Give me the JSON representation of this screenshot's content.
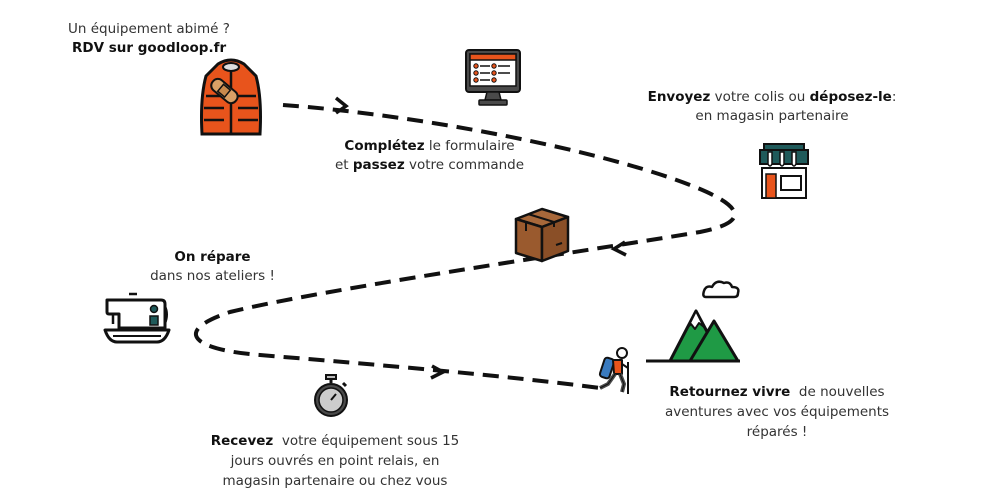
{
  "steps": {
    "damaged": {
      "line1": "Un équipement abimé ?",
      "line2": "RDV sur goodloop.fr",
      "icon": "jacket-bandage-icon"
    },
    "form": {
      "bold1": "Complétez",
      "rest1": " le formulaire",
      "pre2": "et ",
      "bold2": "passez",
      "rest2": " votre commande",
      "icon": "computer-form-icon"
    },
    "send": {
      "bold1": "Envoyez",
      "mid1": " votre colis ou ",
      "bold2": "déposez-le",
      "end1": ":",
      "line2": "en magasin partenaire",
      "icon": "shop-icon",
      "icon2": "parcel-box-icon"
    },
    "repair": {
      "bold1": "On répare",
      "line2": "dans nos ateliers !",
      "icon": "sewing-machine-icon"
    },
    "receive": {
      "bold1": "Recevez",
      "rest1": "  votre équipement sous 15",
      "line2": "jours ouvrés en point relais, en",
      "line3": "magasin partenaire ou chez vous",
      "icon": "stopwatch-icon"
    },
    "adventure": {
      "bold1": "Retournez vivre",
      "rest1": "  de nouvelles",
      "line2": "aventures avec vos équipements",
      "line3": "réparés !",
      "icon": "hiker-icon",
      "icon2": "mountain-cloud-icon"
    }
  },
  "colors": {
    "orange": "#e8541c",
    "teal": "#1f5a5a",
    "brown": "#9a5a2e",
    "green": "#1f9a45",
    "grey": "#4a4a4a",
    "blue": "#3a7bbf"
  }
}
